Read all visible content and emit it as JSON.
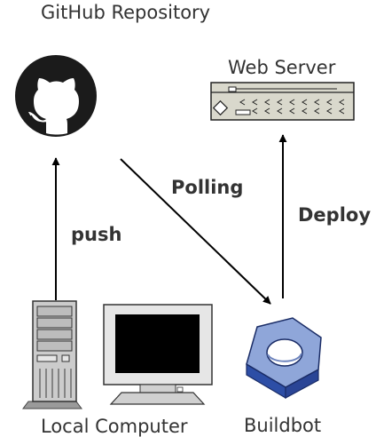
{
  "nodes": {
    "github": {
      "label": "GitHub Repository",
      "icon": "github-octocat-icon"
    },
    "webserver": {
      "label": "Web Server",
      "icon": "rack-server-icon"
    },
    "local": {
      "label": "Local Computer",
      "icon": "desktop-computer-icon"
    },
    "buildbot": {
      "label": "Buildbot",
      "icon": "hex-nut-icon"
    }
  },
  "edges": {
    "push": {
      "label": "push",
      "from": "local",
      "to": "github"
    },
    "polling": {
      "label": "Polling",
      "from": "github",
      "to": "buildbot"
    },
    "deploy": {
      "label": "Deploy",
      "from": "buildbot",
      "to": "webserver"
    }
  },
  "colors": {
    "text": "#333333",
    "arrow": "#000000",
    "server_face": "#d9d8cc",
    "monitor_case": "#e6e6e6",
    "tower_case": "#cccccc",
    "nut_face": "#8fa6d9",
    "nut_side": "#3355aa"
  }
}
